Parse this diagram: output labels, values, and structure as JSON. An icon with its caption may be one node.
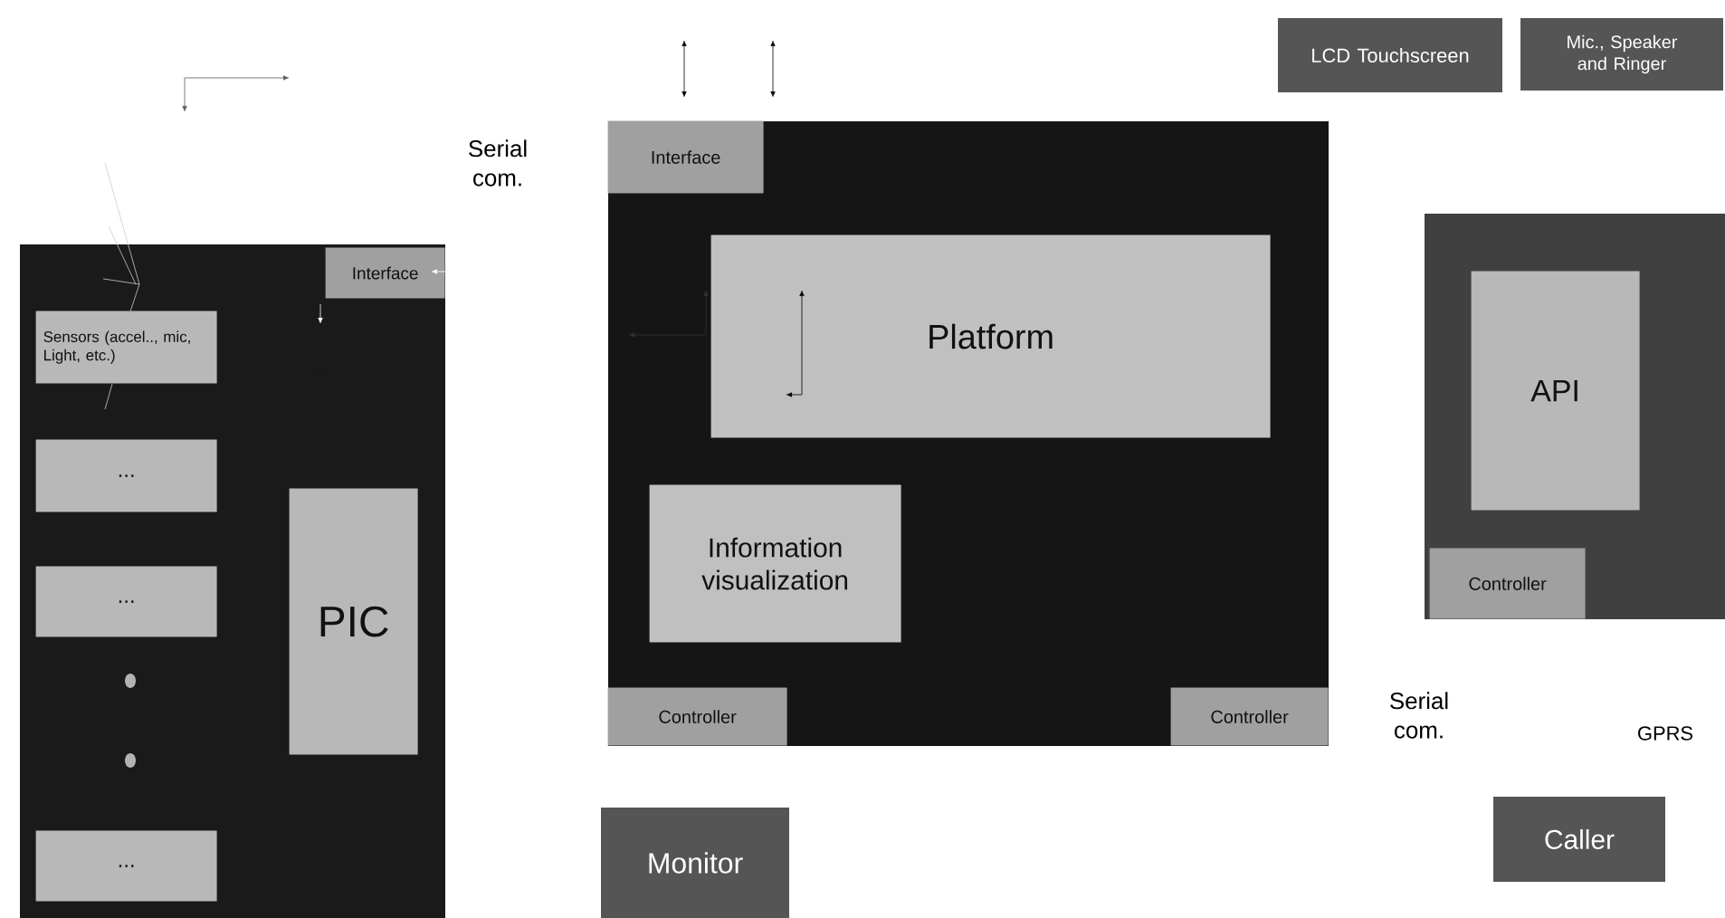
{
  "diagram": {
    "nodes": [
      {
        "text": [],
        "shape": "box"
      },
      {
        "text": [
          "Interface"
        ],
        "in": 0
      },
      {
        "text": [
          "Sensors (accel.., mic, Light, etc.)"
        ],
        "in": 0
      },
      {
        "text": [
          "..."
        ],
        "in": 0
      },
      {
        "text": [
          "..."
        ],
        "in": 0
      },
      {
        "text": [
          "..."
        ],
        "in": 0
      },
      {
        "text": [
          "PIC"
        ],
        "in": 0
      },
      {
        "text": [],
        "shape": "box"
      },
      {
        "text": [
          "Interface"
        ],
        "in": 7
      },
      {
        "text": [
          "Platform"
        ],
        "in": 7
      },
      {
        "text": [
          "Information visualization"
        ],
        "in": 7
      },
      {
        "text": [
          "Controller"
        ],
        "in": 7
      },
      {
        "text": [
          "Controller"
        ],
        "in": 7
      },
      {
        "text": [
          "Monitor"
        ]
      },
      {
        "text": [
          "LCD Touchscreen"
        ]
      },
      {
        "text": [
          "Mic., Speaker and Ringer"
        ]
      },
      {
        "text": [],
        "shape": "box"
      },
      {
        "text": [
          "API"
        ],
        "in": 16
      },
      {
        "text": [
          "Controller"
        ],
        "in": 16
      },
      {
        "text": [
          "Caller"
        ]
      }
    ],
    "labels": [
      "Serial com.",
      "Serial com.",
      "GPRS"
    ]
  }
}
